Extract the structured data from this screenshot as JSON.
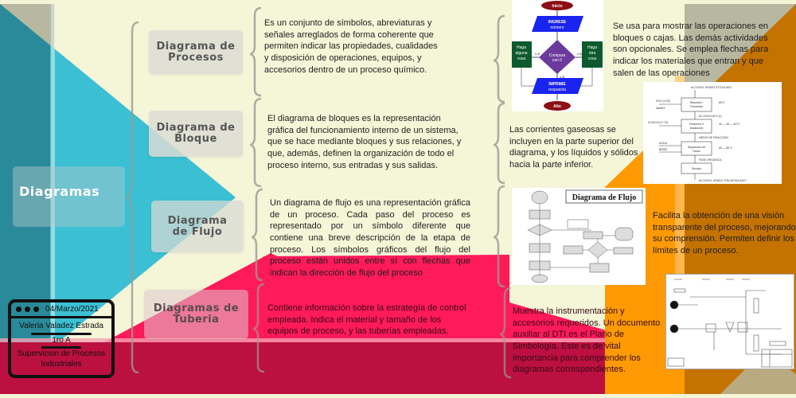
{
  "colors": {
    "background": "#f5f5d8",
    "teal_dark": "#2a8a99",
    "teal": "#3bbfd3",
    "crimson": "#ff1a5a",
    "crimson_dark": "#bb1040",
    "orange": "#ff9a05",
    "orange_dark": "#c47200",
    "tan": "#b8b8a0"
  },
  "main": {
    "title": "Diagramas"
  },
  "branches": [
    {
      "label_line1": "Diagrama de",
      "label_line2": "Procesos",
      "description": "Es un conjunto de símbolos, abreviaturas y señales arreglados de forma coherente que permiten indicar las propiedades, cualidades y disposición de operaciones, equipos, y accesorios dentro de un proceso químico.",
      "detail": "Se usa para mostrar las operaciones en bloques o cajas. Las demás actividades son opcionales. Se emplea flechas para indicar los materiales que entran y que salen de las operaciones"
    },
    {
      "label_line1": "Diagrama de",
      "label_line2": "Bloque",
      "description": "El diagrama de bloques es la representación gráfica del funcionamiento interno de un sistema, que se hace mediante bloques y sus relaciones, y que, además, definen la organización de todo el proceso interno, sus entradas y sus salidas.",
      "detail": "Las corrientes gaseosas se incluyen en la parte superior del diagrama, y los líquidos y sólidos hacia la parte inferior."
    },
    {
      "label_line1": "Diagrama",
      "label_line2": "de Flujo",
      "description": "Un diagrama de flujo es una representación gráfica de un proceso. Cada paso del proceso es representado por un símbolo diferente que contiene una breve descripción de la etapa de proceso. Los símbolos gráficos del flujo del proceso están unidos entre sí con flechas que indican la dirección de flujo del proceso",
      "detail": "Facilita la obtención de una visión transparente del proceso, mejorando su comprensión. Permiten definir los límites de un proceso."
    },
    {
      "label_line1": "Diagramas de",
      "label_line2": "Tuberia",
      "description": "Contiene información sobre la estrategía de control empleada. Indica el material y tamaño de los equipos de proceso, y las tuberías empleadas.",
      "detail": "Muestra la instrumentación y accesorios requeridos. Un documento auxiliar al DTI es el Plano de Simbología. Este es de vital importancia para comprender los diagramas correspondientes."
    }
  ],
  "flowchart_image": {
    "start": "Inicio",
    "input": "INGRESE número",
    "decision": "Compara con 0",
    "left_label": "< 0",
    "right_label": "> 0",
    "equal_label": "= 0",
    "left_box": "Haga alguna cosa",
    "right_box": "Haga otra cosa",
    "output": "IMPRIME respuesta",
    "end": "Alto"
  },
  "block_image": {
    "top": "ALCOHOL GRASO ETOXILADO",
    "blocks": [
      "Reacción I Formación del Alcoholato",
      "Reacción II Alquilación del Alcoholato",
      "Separación de Fases",
      "Secado"
    ],
    "streams": [
      "ALCOHOLATO",
      "MEDIO DE REACCIÓN",
      "FASE ORGÁNICA"
    ],
    "bottom": "ALCOHOL GRASO \"ENCAPSULADO\""
  },
  "flow_image": {
    "title": "Diagrama de Flujo"
  },
  "info_card": {
    "date": "04/Marzo/2021",
    "name": "Valeria Valadez Estrada",
    "group": "1ro A",
    "subject_line1": "Supervicion de Procesos",
    "subject_line2": "Industriales"
  }
}
